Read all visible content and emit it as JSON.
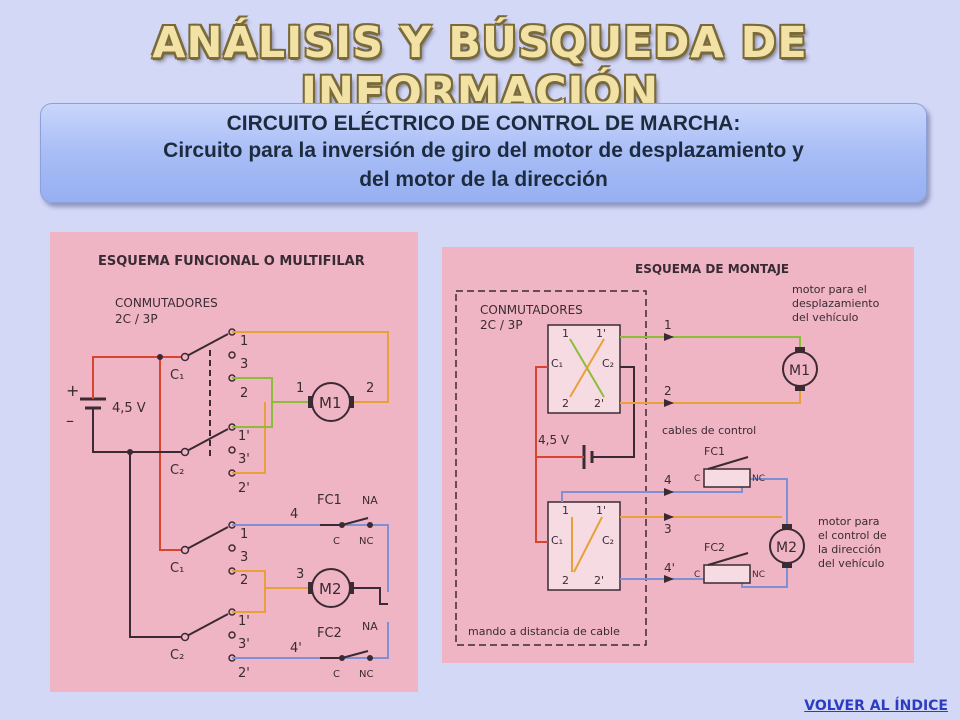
{
  "title": "ANÁLISIS Y BÚSQUEDA DE INFORMACIÓN",
  "banner": {
    "line1": "CIRCUITO ELÉCTRICO DE CONTROL DE MARCHA:",
    "line2": "Circuito para la inversión de giro del motor de desplazamiento y",
    "line3": "del motor de la dirección"
  },
  "left": {
    "heading": "ESQUEMA FUNCIONAL O MULTIFILAR",
    "switches_title": "CONMUTADORES",
    "switches_spec": "2C / 3P",
    "plus": "+",
    "minus": "–",
    "battery": "4,5 V",
    "c1": "C₁",
    "c2": "C₂",
    "t1": "1",
    "t3": "3",
    "t2": "2",
    "t1p": "1'",
    "t3p": "3'",
    "t2p": "2'",
    "m1": "M1",
    "m2": "M2",
    "m1_a": "1",
    "m1_b": "2",
    "m2_a": "3",
    "fc1": "FC1",
    "fc2": "FC2",
    "na": "NA",
    "nc": "NC",
    "c": "C",
    "w4": "4",
    "w4p": "4'"
  },
  "right": {
    "heading": "ESQUEMA DE MONTAJE",
    "switches_title": "CONMUTADORES",
    "switches_spec": "2C / 3P",
    "motor1_l1": "motor para el",
    "motor1_l2": "desplazamiento",
    "motor1_l3": "del vehículo",
    "battery": "4,5 V",
    "cables": "cables de control",
    "motor2_l1": "motor para",
    "motor2_l2": "el control de",
    "motor2_l3": "la dirección",
    "motor2_l4": "del vehículo",
    "remote": "mando a distancia de cable",
    "m1": "M1",
    "m2": "M2",
    "fc1": "FC1",
    "fc2": "FC2",
    "c": "C",
    "nc": "NC",
    "c1": "C₁",
    "c2": "C₂",
    "t1": "1",
    "t1p": "1'",
    "t2": "2",
    "t2p": "2'",
    "w1": "1",
    "w2": "2",
    "w3": "3",
    "w4": "4",
    "w4p": "4'"
  },
  "back_link": "VOLVER AL ÍNDICE",
  "colors": {
    "panel": "#f0b5c4",
    "red": "#d8452e",
    "orange": "#e8a13a",
    "green": "#8cbd3a",
    "blue": "#7f8fd3",
    "dark": "#3a2a34"
  }
}
